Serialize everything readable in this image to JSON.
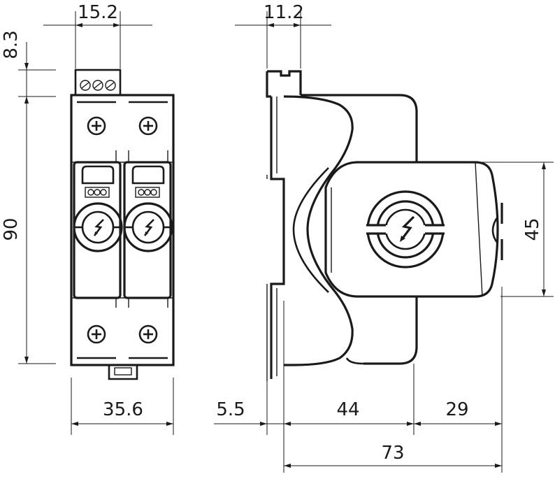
{
  "dimensions": {
    "front_top_width": "15.2",
    "side_top_width": "11.2",
    "top_offset": "8.3",
    "height": "90",
    "front_width": "35.6",
    "rail_offset": "5.5",
    "depth_body": "44",
    "depth_cap": "29",
    "total_depth": "73",
    "cap_height": "45"
  },
  "colors": {
    "line": "#1a1a1a",
    "background": "#ffffff"
  }
}
